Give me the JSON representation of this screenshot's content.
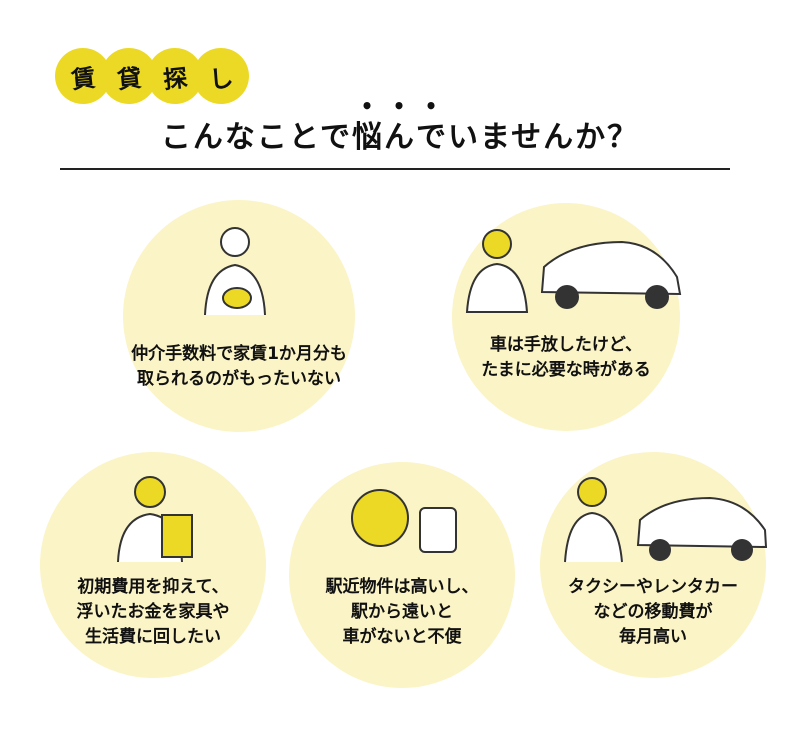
{
  "badge": [
    "賃",
    "貸",
    "探",
    "し"
  ],
  "title": {
    "pre": "こんなことで",
    "em": [
      "悩",
      "ん",
      "で"
    ],
    "post": "いませんか？"
  },
  "items": [
    {
      "lines": [
        "仲介手数料で家賃1か月分も",
        "取られるのがもったいない"
      ],
      "icon": "person-with-wallet-icon"
    },
    {
      "lines": [
        "車は手放したけど、",
        "たまに必要な時がある"
      ],
      "icon": "person-with-car-icon"
    },
    {
      "lines": [
        "初期費用を抑えて、",
        "浮いたお金を家具や",
        "生活費に回したい"
      ],
      "icon": "person-with-calculator-icon"
    },
    {
      "lines": [
        "駅近物件は高いし、",
        "駅から遠いと",
        "車がないと不便"
      ],
      "icon": "person-with-train-icon"
    },
    {
      "lines": [
        "タクシーやレンタカー",
        "などの移動費が",
        "毎月高い"
      ],
      "icon": "person-with-wallet-and-car-icon"
    }
  ],
  "colors": {
    "badge": "#ecd925",
    "circle": "#fbf4c6"
  }
}
